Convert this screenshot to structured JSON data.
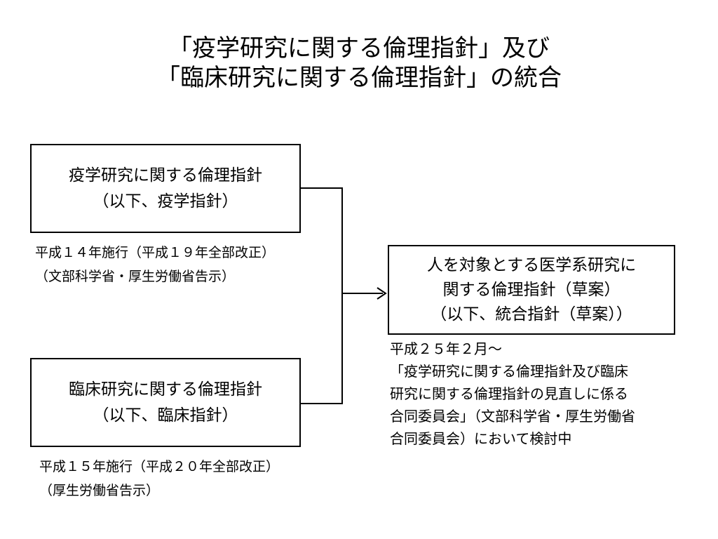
{
  "title": {
    "line1": "「疫学研究に関する倫理指針」及び",
    "line2": "「臨床研究に関する倫理指針」の統合"
  },
  "box_epi": {
    "line1": "疫学研究に関する倫理指針",
    "line2": "（以下、疫学指針）"
  },
  "note_epi": {
    "line1": "平成１４年施行（平成１９年全部改正）",
    "line2": "（文部科学省・厚生労働省告示）"
  },
  "box_clin": {
    "line1": "臨床研究に関する倫理指針",
    "line2": "（以下、臨床指針）"
  },
  "note_clin": {
    "line1": "平成１５年施行（平成２０年全部改正）",
    "line2": "（厚生労働省告示）"
  },
  "box_merged": {
    "line1": "人を対象とする医学系研究に",
    "line2": "関する倫理指針（草案）",
    "line3": "（以下、統合指針（草案））"
  },
  "note_merged": {
    "line1": "平成２５年２月～",
    "line2": "「疫学研究に関する倫理指針及び臨床",
    "line3": "研究に関する倫理指針の見直しに係る",
    "line4": "合同委員会」（文部科学省・厚生労働省",
    "line5": "合同委員会）において検討中"
  }
}
